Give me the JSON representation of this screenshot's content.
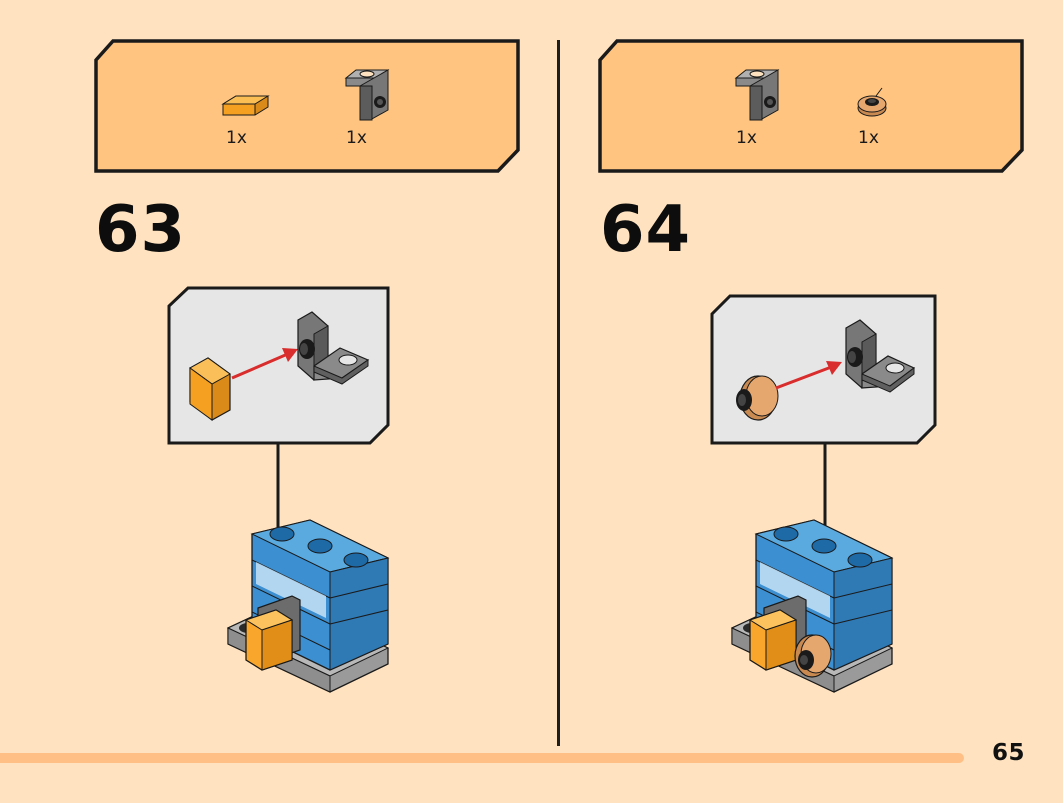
{
  "page": {
    "number": "65",
    "background": "#ffe3c0",
    "progress_color": "#ffbf85"
  },
  "steps": [
    {
      "number": "63",
      "parts": [
        {
          "icon": "orange-tile-icon",
          "quantity": "1x"
        },
        {
          "icon": "gray-bracket-icon",
          "quantity": "1x"
        }
      ]
    },
    {
      "number": "64",
      "parts": [
        {
          "icon": "gray-bracket-icon",
          "quantity": "1x"
        },
        {
          "icon": "tan-round-plate-icon",
          "quantity": "1x"
        }
      ]
    }
  ],
  "colors": {
    "parts_box": "#ffc580",
    "callout_box": "#e6e6e6",
    "brick_blue": "#3c8fd0",
    "tile_orange": "#f9a62c",
    "bracket_gray": "#868686",
    "plate_tan": "#e6a76f",
    "arrow_red": "#d92d2d"
  }
}
